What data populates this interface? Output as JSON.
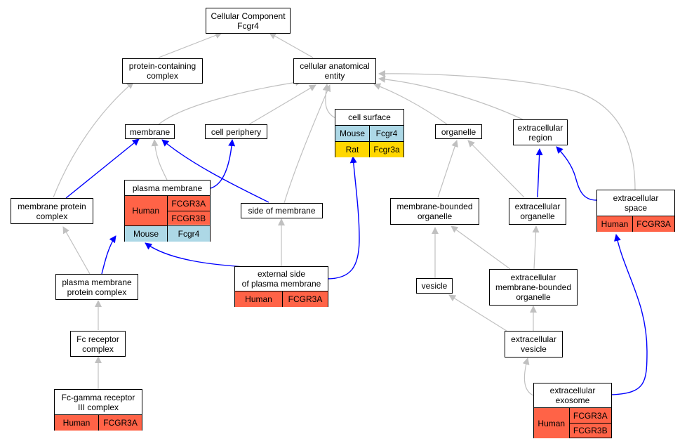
{
  "colors": {
    "human": "#ff6347",
    "mouse": "#add8e6",
    "rat": "#ffd700",
    "edge_gray": "#c0c0c0",
    "edge_blue": "#0000ff"
  },
  "nodes": {
    "root": {
      "line1": "Cellular Component",
      "line2": "Fcgr4"
    },
    "protein_containing_complex": {
      "line1": "protein-containing",
      "line2": "complex"
    },
    "cellular_anatomical_entity": {
      "line1": "cellular anatomical",
      "line2": "entity"
    },
    "membrane": {
      "line1": "membrane"
    },
    "cell_periphery": {
      "line1": "cell periphery"
    },
    "cell_surface": {
      "line1": "cell surface",
      "species1": "Mouse",
      "gene1": "Fcgr4",
      "species2": "Rat",
      "gene2": "Fcgr3a"
    },
    "organelle": {
      "line1": "organelle"
    },
    "extracellular_region": {
      "line1": "extracellular",
      "line2": "region"
    },
    "plasma_membrane": {
      "line1": "plasma membrane",
      "species1": "Human",
      "gene1a": "FCGR3A",
      "gene1b": "FCGR3B",
      "species2": "Mouse",
      "gene2": "Fcgr4"
    },
    "membrane_protein_complex": {
      "line1": "membrane protein",
      "line2": "complex"
    },
    "side_of_membrane": {
      "line1": "side of membrane"
    },
    "membrane_bounded_organelle": {
      "line1": "membrane-bounded",
      "line2": "organelle"
    },
    "extracellular_organelle": {
      "line1": "extracellular",
      "line2": "organelle"
    },
    "extracellular_space": {
      "line1": "extracellular",
      "line2": "space",
      "species1": "Human",
      "gene1": "FCGR3A"
    },
    "plasma_membrane_protein_complex": {
      "line1": "plasma membrane",
      "line2": "protein complex"
    },
    "external_side_of_plasma_membrane": {
      "line1": "external side",
      "line2": "of plasma membrane",
      "species1": "Human",
      "gene1": "FCGR3A"
    },
    "vesicle": {
      "line1": "vesicle"
    },
    "extracellular_membrane_bounded_organelle": {
      "line1": "extracellular",
      "line2": "membrane-bounded",
      "line3": "organelle"
    },
    "fc_receptor_complex": {
      "line1": "Fc receptor",
      "line2": "complex"
    },
    "extracellular_vesicle": {
      "line1": "extracellular",
      "line2": "vesicle"
    },
    "fc_gamma_receptor_iii_complex": {
      "line1": "Fc-gamma receptor",
      "line2": "III complex",
      "species1": "Human",
      "gene1": "FCGR3A"
    },
    "extracellular_exosome": {
      "line1": "extracellular",
      "line2": "exosome",
      "species1": "Human",
      "gene1a": "FCGR3A",
      "gene1b": "FCGR3B"
    }
  }
}
